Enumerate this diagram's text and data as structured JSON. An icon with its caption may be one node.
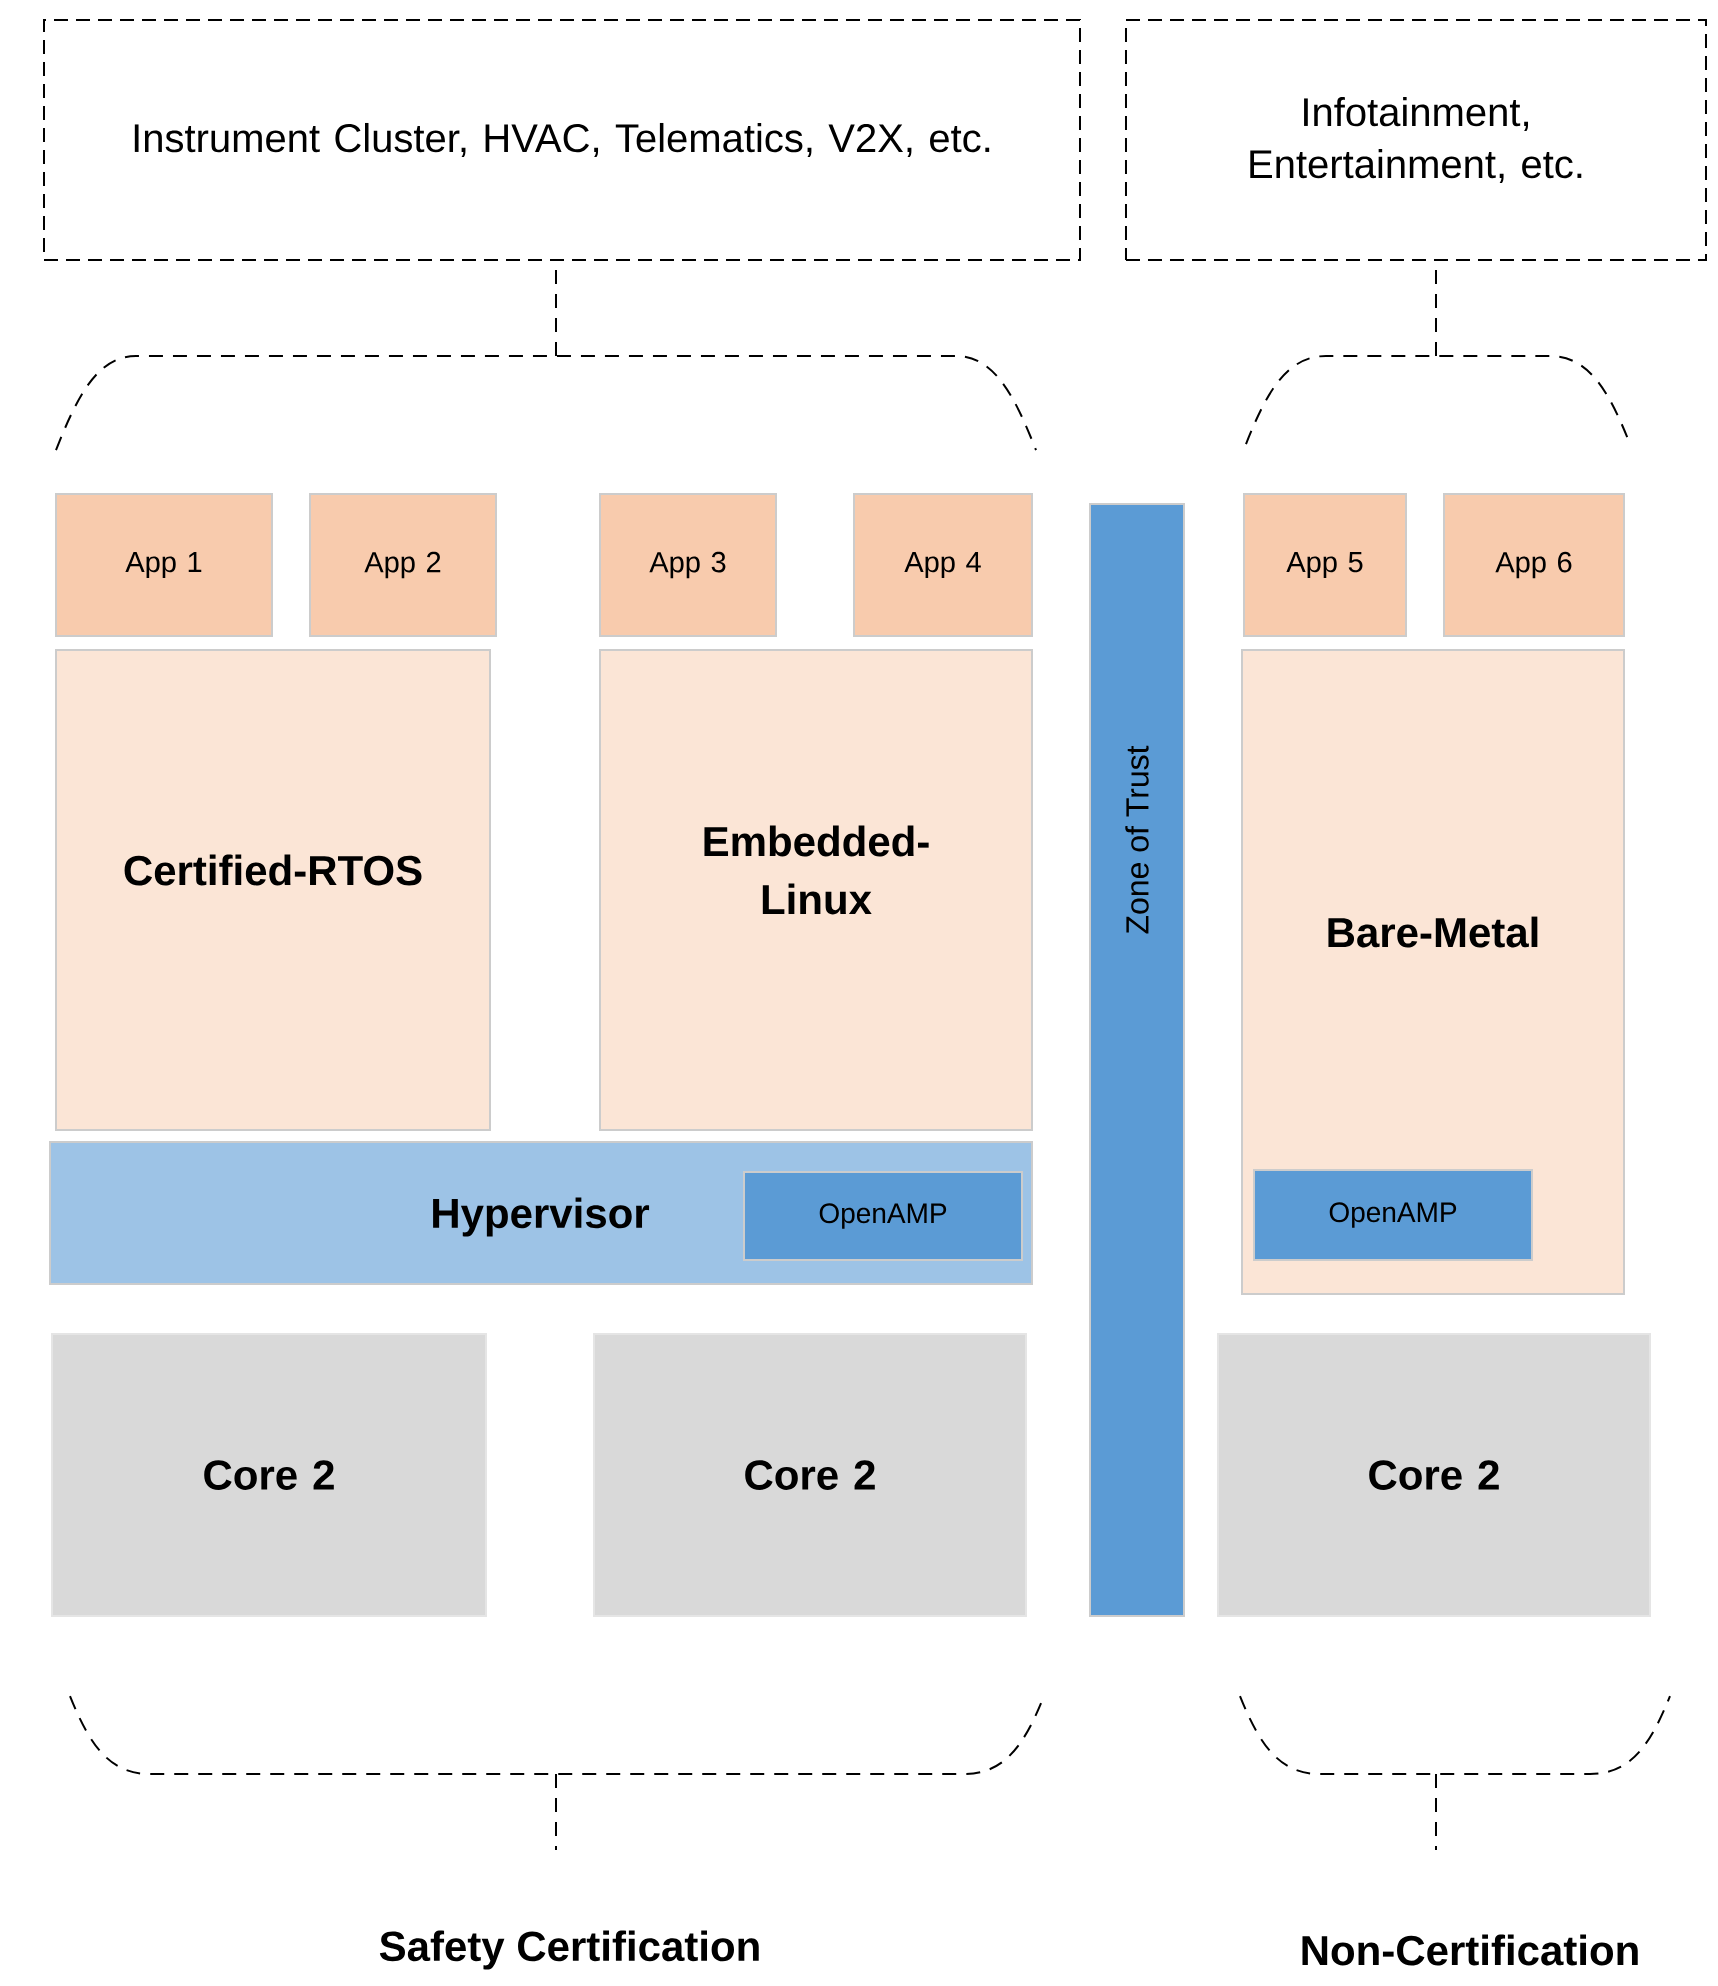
{
  "diagram": {
    "nodes": [
      {
        "text": [
          "Instrument Cluster, HVAC, Telematics, V2X, etc."
        ]
      },
      {
        "text": [
          "Infotainment, Entertainment, etc."
        ]
      },
      {
        "text": [
          "App 1"
        ]
      },
      {
        "text": [
          "App 2"
        ]
      },
      {
        "text": [
          "App 3"
        ]
      },
      {
        "text": [
          "App 4"
        ]
      },
      {
        "text": [
          "App 5"
        ]
      },
      {
        "text": [
          "App 6"
        ]
      },
      {
        "text": [
          "Certified-RTOS"
        ]
      },
      {
        "text": [
          "Embedded-Linux"
        ]
      },
      {
        "text": [
          "Zone of Trust"
        ]
      },
      {
        "text": [
          "Hypervisor"
        ]
      },
      {
        "text": [
          "OpenAMP"
        ],
        "in": 11
      },
      {
        "text": [
          "Bare-Metal"
        ]
      },
      {
        "text": [
          "OpenAMP"
        ],
        "in": 13
      },
      {
        "text": [
          "Core 2"
        ]
      },
      {
        "text": [
          "Core 2"
        ]
      },
      {
        "text": [
          "Core 2"
        ]
      }
    ],
    "labels": [
      "Safety Certification",
      "Non-Certification"
    ]
  }
}
